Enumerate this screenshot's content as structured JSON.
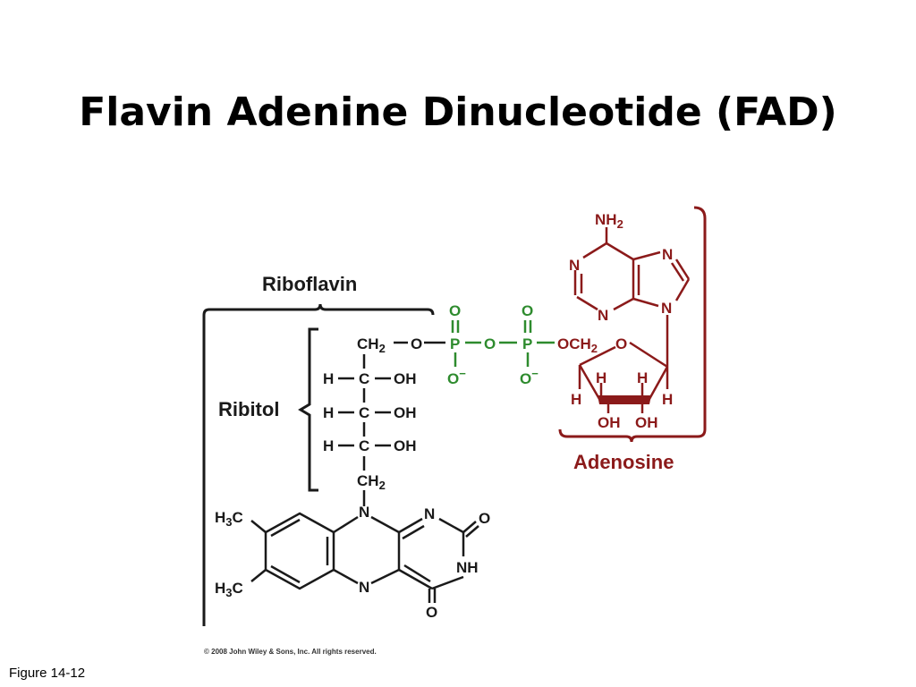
{
  "slide": {
    "title": "Flavin Adenine Dinucleotide (FAD)",
    "figure_label": "Figure 14-12",
    "copyright": "© 2008 John Wiley & Sons, Inc. All rights reserved."
  },
  "groups": {
    "riboflavin": "Riboflavin",
    "ribitol": "Ribitol",
    "adenosine": "Adenosine"
  },
  "atoms": {
    "nh2": "NH",
    "n": "N",
    "o": "O",
    "p": "P",
    "o_minus": "O",
    "minus": "−",
    "och2": "OCH",
    "ch2": "CH",
    "h": "H",
    "oh": "OH",
    "h3c": "H",
    "c": "C",
    "nh": "NH",
    "two": "2",
    "three": "3",
    "c3": "C"
  },
  "colors": {
    "riboflavin": "#1a1a1a",
    "phosphate": "#2e8b2e",
    "adenosine": "#8b1a1a"
  }
}
